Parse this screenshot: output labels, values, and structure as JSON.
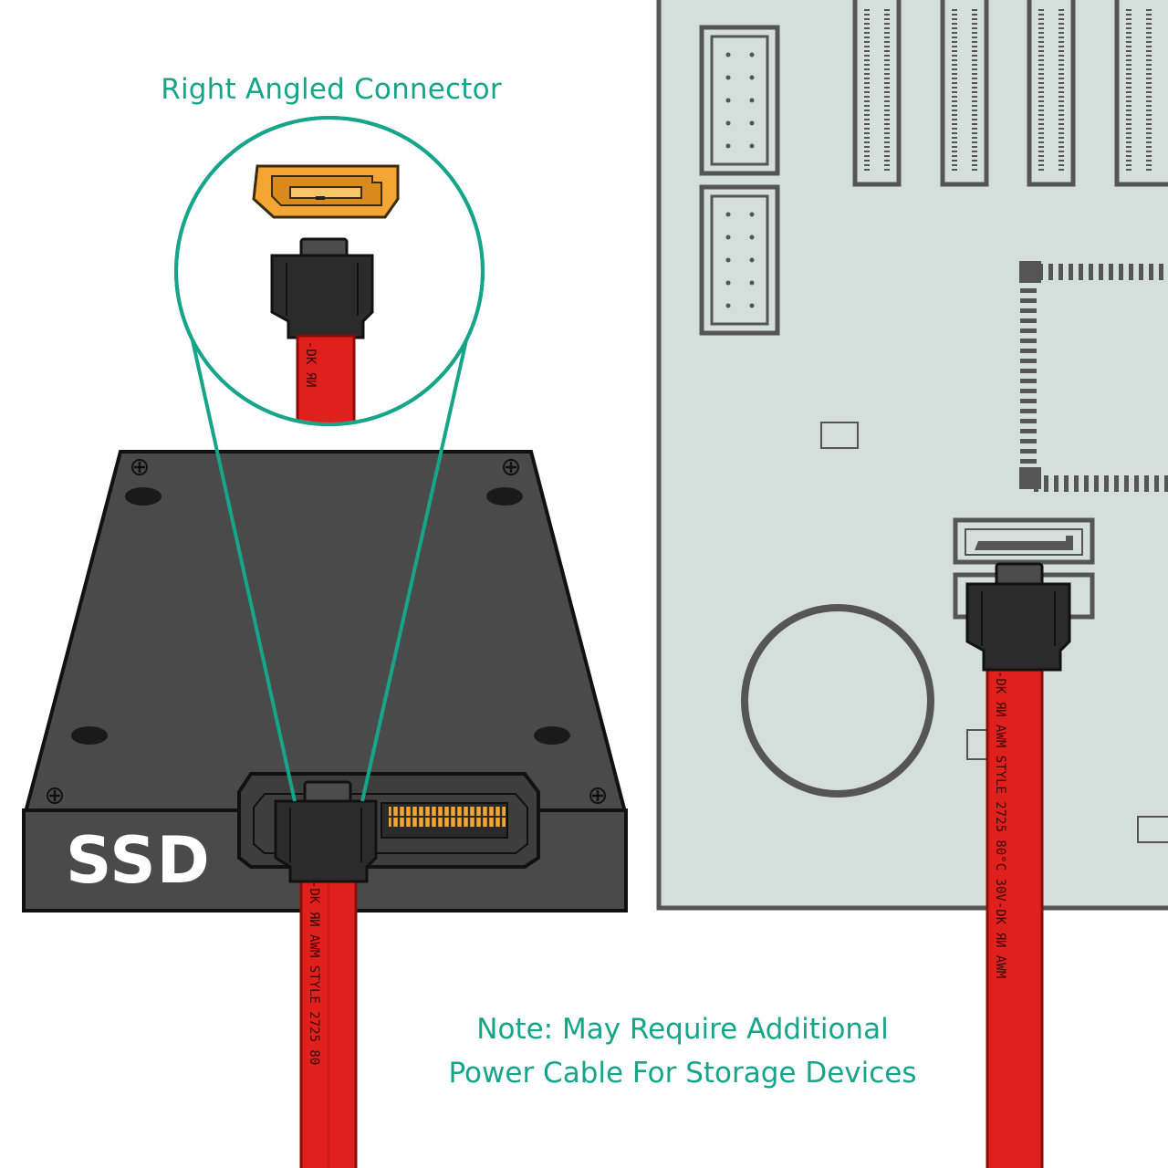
{
  "header": {
    "title": "Right Angled Connector"
  },
  "device": {
    "label": "SSD"
  },
  "note": {
    "line1": "Note: May Require Additional",
    "line2": "Power Cable For Storage Devices"
  },
  "cable": {
    "print_ssd": "-DK ЯИ AWM STYLE 2725 80",
    "print_board": "-DK ЯИ AWM STYLE 2725 80°C 30V-DK ЯИ AWM",
    "print_zoom": "-DK ЯИ"
  },
  "colors": {
    "accent": "#17a58a",
    "cable_red": "#e0201d",
    "ssd_body": "#4a4a4a",
    "board_fill": "#d4dedb",
    "board_outline": "#555555",
    "connector_orange": "#f3a633"
  }
}
